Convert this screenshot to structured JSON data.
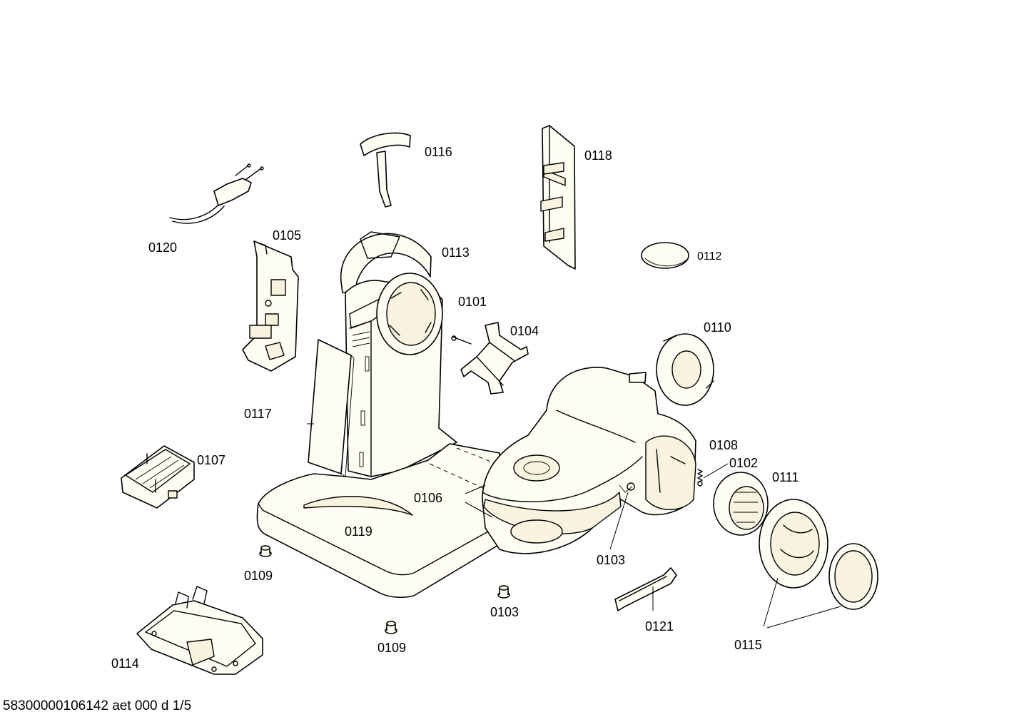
{
  "labels": {
    "p0101": "0101",
    "p0102": "0102",
    "p0103a": "0103",
    "p0103b": "0103",
    "p0104": "0104",
    "p0105": "0105",
    "p0106": "0106",
    "p0107": "0107",
    "p0108": "0108",
    "p0109a": "0109",
    "p0109b": "0109",
    "p0110": "0110",
    "p0111": "0111",
    "p0112": "0112",
    "p0113": "0113",
    "p0114": "0114",
    "p0115": "0115",
    "p0116": "0116",
    "p0117": "0117",
    "p0118": "0118",
    "p0119": "0119",
    "p0120": "0120",
    "p0121": "0121"
  },
  "footer": "58300000106142 aet 000 d 1/5"
}
